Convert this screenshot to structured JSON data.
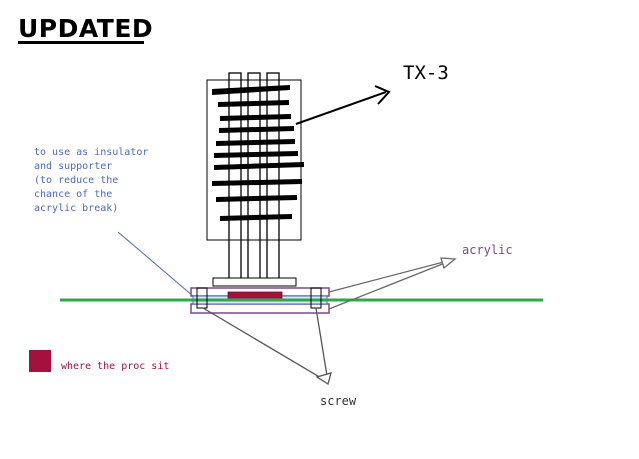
{
  "title": "UPDATED",
  "labels": {
    "heatsink": "TX-3",
    "acrylic": "acrylic",
    "screw": "screw"
  },
  "note_lines": [
    "to use as insulator",
    "and supporter",
    "(to reduce the",
    "chance of the",
    "acrylic break)"
  ],
  "legend": {
    "label": "where the proc sit",
    "color": "#a3113f"
  },
  "colors": {
    "ground_line": "#2ea84a",
    "acrylic": "#7a4a8c",
    "note": "#4a68c8",
    "insulator": "#4a68c8",
    "processor": "#a3113f"
  }
}
